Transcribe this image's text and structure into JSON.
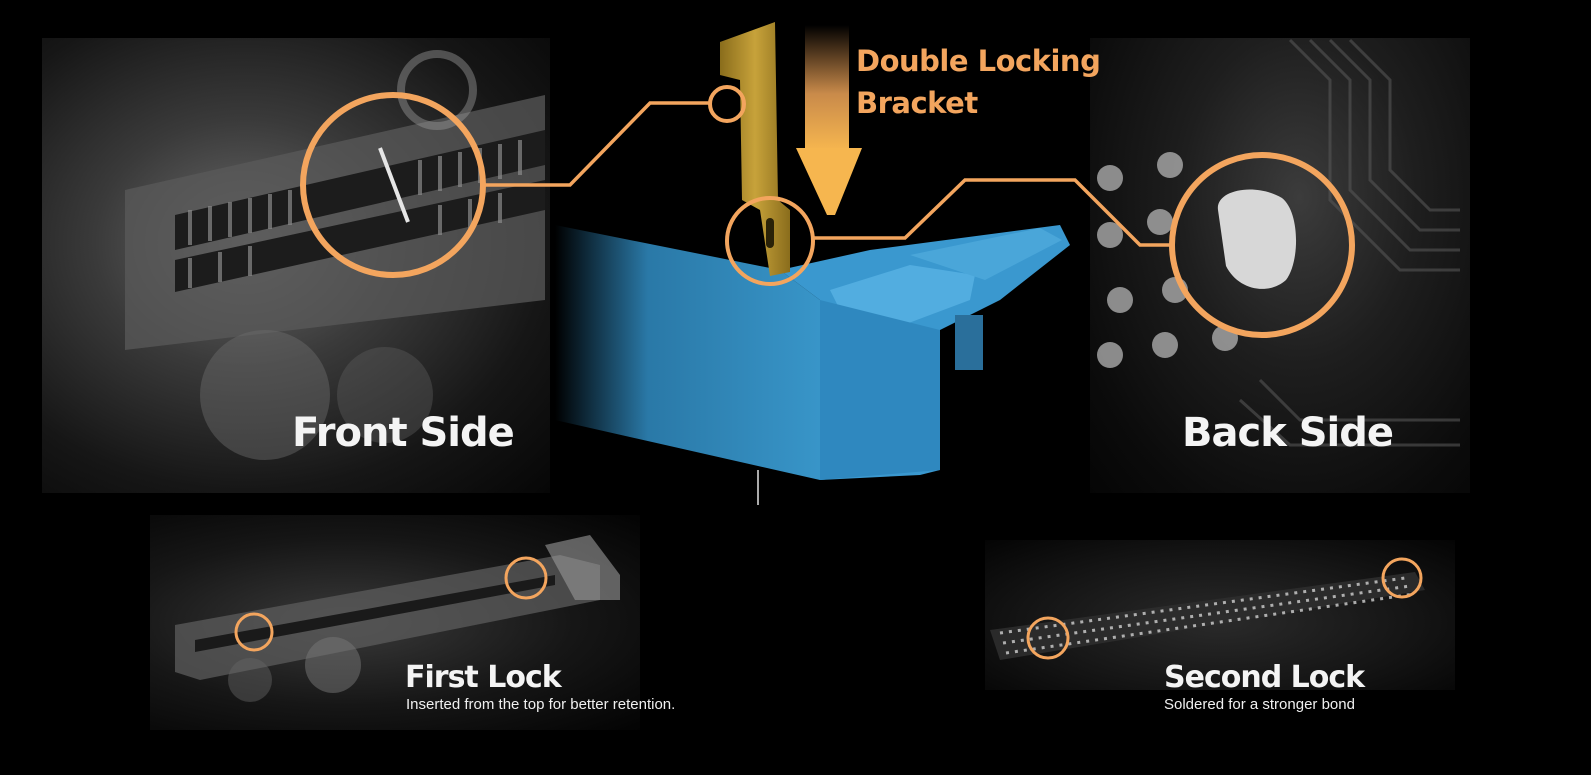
{
  "callout": {
    "line1": "Double Locking",
    "line2": "Bracket"
  },
  "front": {
    "label": "Front Side"
  },
  "back": {
    "label": "Back Side"
  },
  "first_lock": {
    "title": "First Lock",
    "description": "Inserted from the top for better retention."
  },
  "second_lock": {
    "title": "Second Lock",
    "description": "Soldered for a stronger bond"
  },
  "colors": {
    "accent": "#f3a55e",
    "bracket": "#b8962e",
    "slot": "#3a98cf",
    "background": "#000000"
  }
}
